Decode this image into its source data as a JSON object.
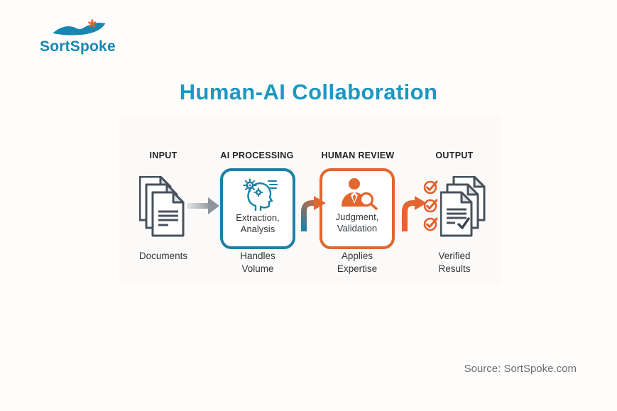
{
  "logo": {
    "name": "SortSpoke",
    "asterisk": "*"
  },
  "title": "Human-AI Collaboration",
  "footer": {
    "source": "Source: SortSpoke.com"
  },
  "colors": {
    "brand_teal": "#1787B0",
    "title_teal": "#1E97C2",
    "process_teal": "#1C80A8",
    "accent_orange": "#E2662F",
    "document_gray": "#49525C"
  },
  "diagram": {
    "stages": [
      {
        "id": "input",
        "header": "INPUT",
        "caption": "Documents"
      },
      {
        "id": "ai",
        "header": "AI PROCESSING",
        "box_label": "Extraction,\nAnalysis",
        "caption": "Handles\nVolume"
      },
      {
        "id": "human",
        "header": "HUMAN REVIEW",
        "box_label": "Judgment,\nValidation",
        "caption": "Applies\nExpertise"
      },
      {
        "id": "output",
        "header": "OUTPUT",
        "caption": "Verified\nResults"
      }
    ]
  }
}
